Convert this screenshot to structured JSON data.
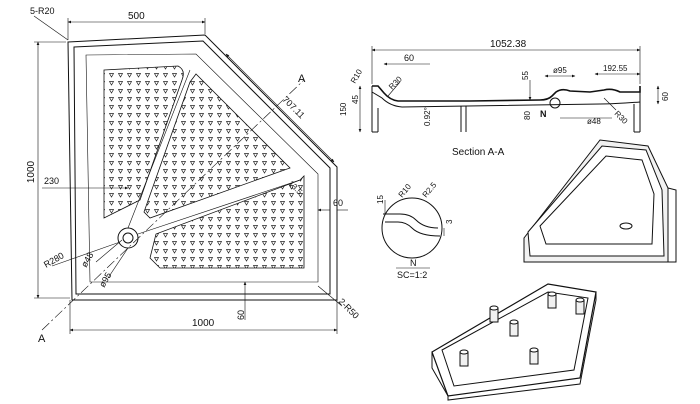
{
  "plan_view": {
    "dims": {
      "corner_chamfer": "5-R20",
      "top_width": "500",
      "left_height": "1000",
      "diagonal": "707.11",
      "inner_offset": "230",
      "drain_radius": "R280",
      "drain_d48": "ø48",
      "drain_d95": "ø95",
      "right_offset": "60",
      "bottom_offset": "60",
      "bottom_width": "1000",
      "small_radius": "13.5",
      "corner_radius": "2-R50"
    },
    "section_mark": "A"
  },
  "section_view": {
    "caption": "Section   A-A",
    "dims": {
      "overall_length": "1052.38",
      "r10": "R10",
      "r30_left": "R30",
      "d60_top": "60",
      "d55": "55",
      "d95": "ø95",
      "d192": "192.55",
      "d45": "45",
      "d150": "150",
      "angle": "0.92°",
      "d80": "80",
      "d48": "ø48",
      "r30_right": "R30",
      "d60_right": "60",
      "detail_ref": "N"
    }
  },
  "detail_view": {
    "dims": {
      "d15": "15",
      "r10": "R10",
      "r2_5": "R2.5",
      "d3": "3"
    },
    "label": "N",
    "scale": "SC=1:2"
  }
}
